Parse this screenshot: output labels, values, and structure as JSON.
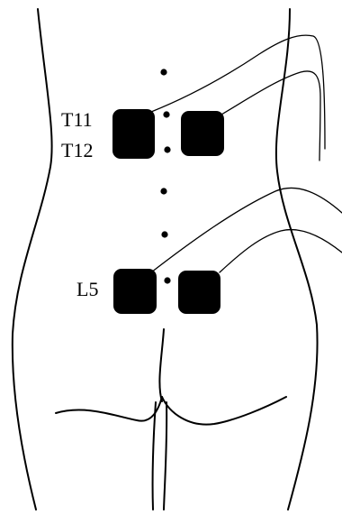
{
  "labels": {
    "t11": "T11",
    "t12": "T12",
    "l5": "L5"
  },
  "colors": {
    "ink": "#000000",
    "background": "#ffffff",
    "electrode_pad": "#000000"
  }
}
